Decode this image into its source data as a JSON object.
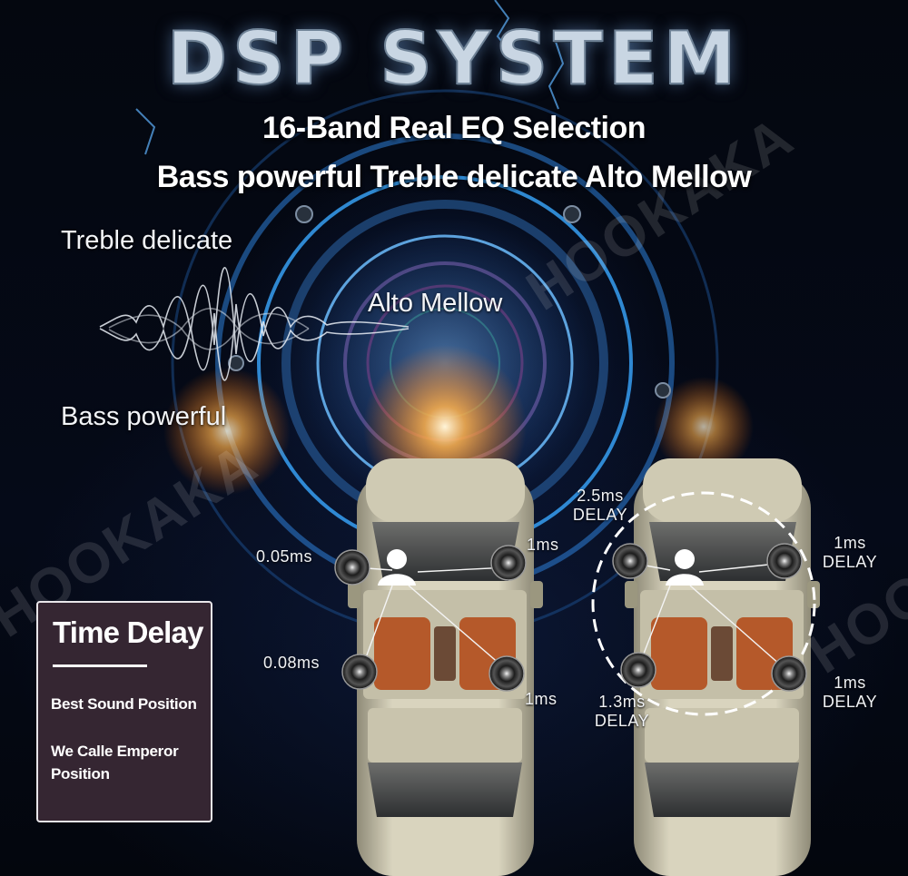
{
  "title": "DSP SYSTEM",
  "subtitle_line1": "16-Band Real EQ Selection",
  "subtitle_line2": "Bass powerful Treble delicate Alto Mellow",
  "sound_labels": {
    "treble": "Treble delicate",
    "alto": "Alto Mellow",
    "bass": "Bass powerful"
  },
  "watermark": "HOOKAKA",
  "left_car": {
    "front_left": "0.05ms",
    "front_right": "1ms",
    "rear_left": "0.08ms",
    "rear_right": "1ms"
  },
  "right_car": {
    "front_left_value": "2.5ms",
    "front_left_unit": "DELAY",
    "front_right_value": "1ms",
    "front_right_unit": "DELAY",
    "rear_left_value": "1.3ms",
    "rear_left_unit": "DELAY",
    "rear_right_value": "1ms",
    "rear_right_unit": "DELAY"
  },
  "time_delay_panel": {
    "title": "Time Delay",
    "line1": "Best Sound Position",
    "line2a": "We Calle Emperor",
    "line2b": "Position"
  },
  "colors": {
    "background": "#03060d",
    "panel": "#352632",
    "glow_orange": "#ff9a2a",
    "ring_blue": "#3aa8ff",
    "car_body": "#d8d3bd",
    "seat": "#b5592a"
  }
}
